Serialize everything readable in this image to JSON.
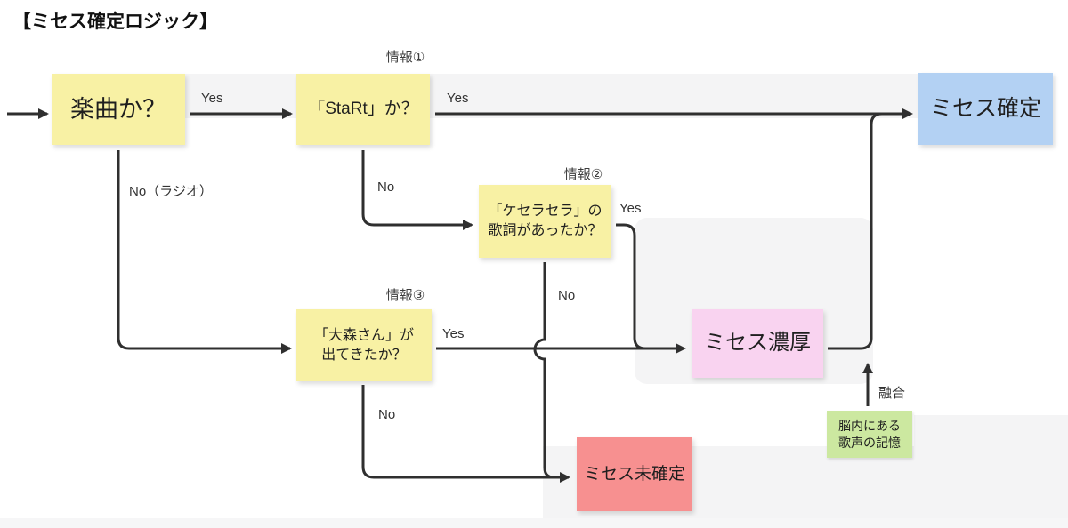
{
  "title": "【ミセス確定ロジック】",
  "colors": {
    "line": "#2f2f2f",
    "note_yellow": "#F8F1A4",
    "note_blue": "#B3D1F3",
    "note_pink": "#F9D3F0",
    "note_red": "#F79090",
    "note_green": "#CCE8A0",
    "bg_band": "#f4f4f5",
    "bg_band_bottom": "#f6f6f7"
  },
  "nodes": {
    "gakkyoku": {
      "label": "楽曲か？"
    },
    "start_song": {
      "label": "「StaRt」か？"
    },
    "kakutei": {
      "label": "ミセス確定"
    },
    "kesera": {
      "line1": "「ケセラセラ」の",
      "line2": "歌詞があったか？"
    },
    "omori": {
      "line1": "「大森さん」が",
      "line2": "出てきたか？"
    },
    "noukou": {
      "label": "ミセス濃厚"
    },
    "mikakutei": {
      "label": "ミセス未確定"
    },
    "nounai": {
      "line1": "脳内にある",
      "line2": "歌声の記憶"
    }
  },
  "annotations": {
    "info1": "情報①",
    "info2": "情報②",
    "info3": "情報③"
  },
  "edge_labels": {
    "yes_gakkyoku": "Yes",
    "yes_start": "Yes",
    "yes_kesera": "Yes",
    "yes_omori": "Yes",
    "no_start": "No",
    "no_radio": "No（ラジオ）",
    "no_kesera": "No",
    "no_omori": "No",
    "yugo": "融合"
  }
}
